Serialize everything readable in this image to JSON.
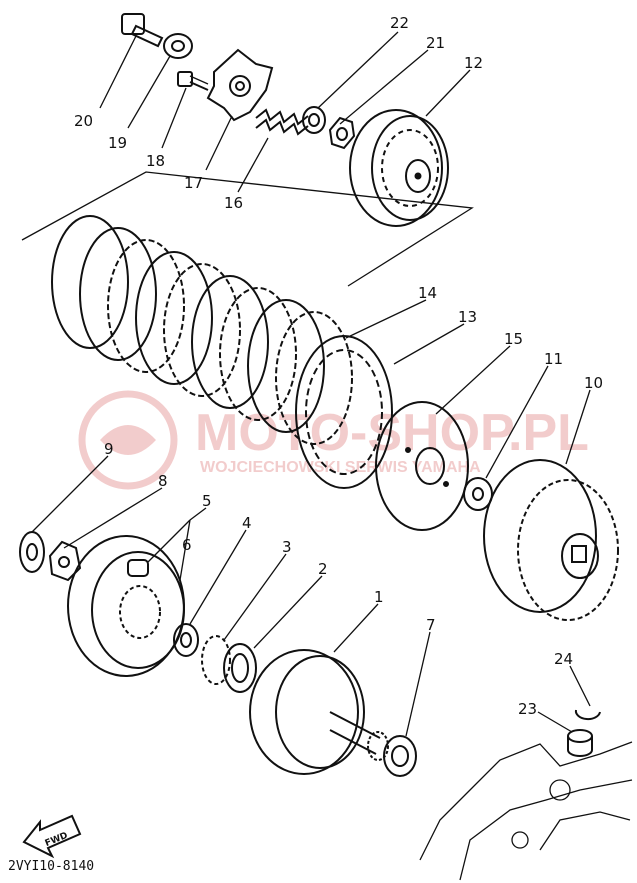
{
  "diagram": {
    "part_code": "2VYI10-8140",
    "fwd_label": "FWD",
    "watermark": {
      "line1": "MOTO-SHOP.PL",
      "line2": "WOJCIECHOWSKI SERWIS YAMAHA",
      "color": "#e8a4a4"
    },
    "labels": {
      "p1": "1",
      "p2": "2",
      "p3": "3",
      "p4": "4",
      "p5": "5",
      "p6": "6",
      "p7": "7",
      "p8": "8",
      "p9": "9",
      "p10": "10",
      "p11": "11",
      "p12": "12",
      "p13": "13",
      "p14": "14",
      "p15": "15",
      "p16": "16",
      "p17": "17",
      "p18": "18",
      "p19": "19",
      "p20": "20",
      "p21": "21",
      "p22": "22",
      "p23": "23",
      "p24": "24"
    }
  }
}
